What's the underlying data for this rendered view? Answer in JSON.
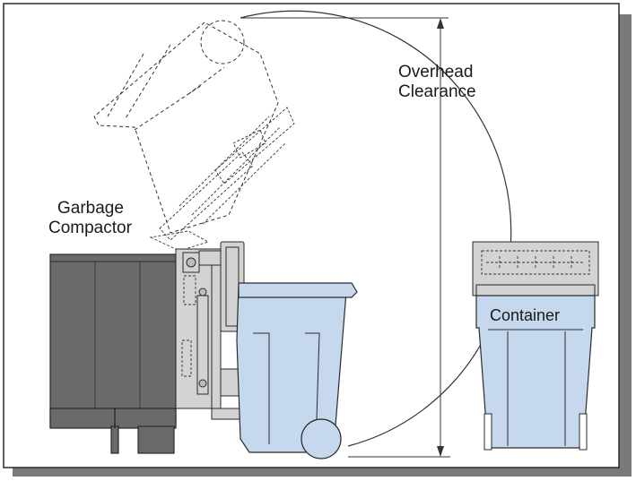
{
  "labels": {
    "overhead_line1": "Overhead",
    "overhead_line2": "Clearance",
    "compactor_line1": "Garbage",
    "compactor_line2": "Compactor",
    "container": "Container"
  },
  "colors": {
    "background": "#ffffff",
    "frame_shadow": "#7a7a7a",
    "container_fill": "#c5d8ee",
    "compactor_body": "#6a6a6a",
    "lifter": "#d3d3d3"
  }
}
